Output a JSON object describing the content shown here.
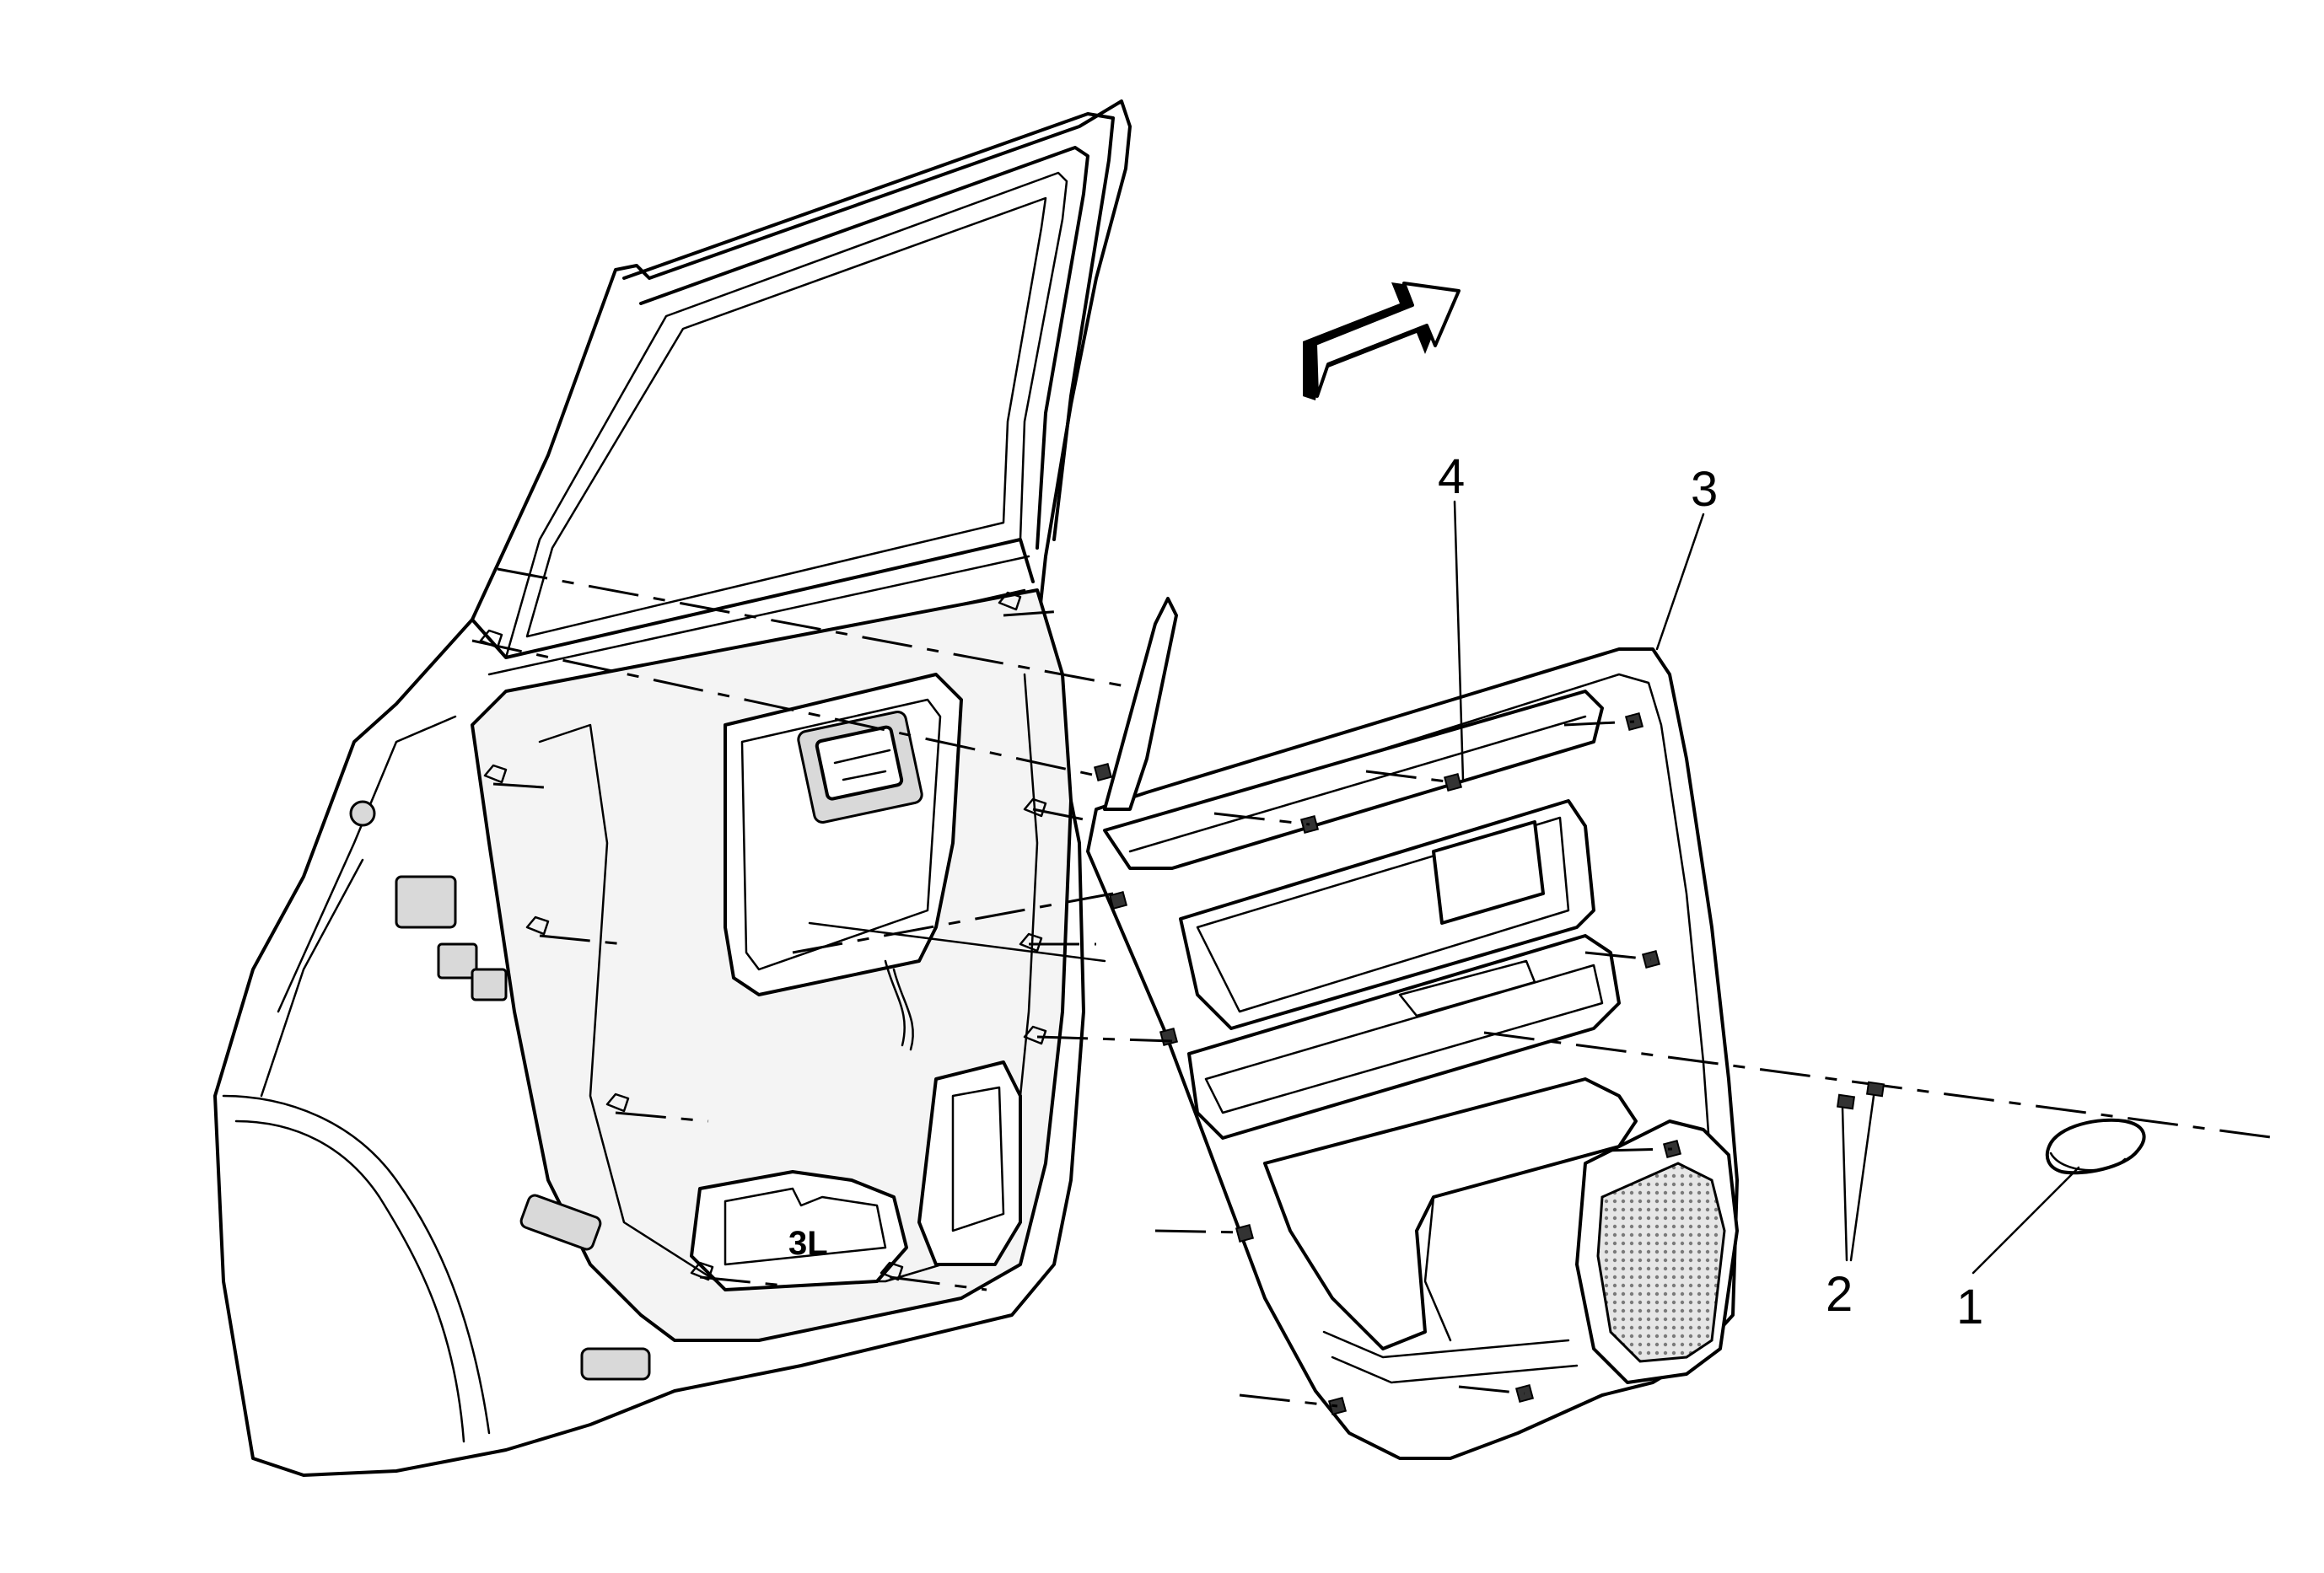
{
  "callouts": [
    {
      "id": "1",
      "label": "1"
    },
    {
      "id": "2",
      "label": "2"
    },
    {
      "id": "3",
      "label": "3"
    },
    {
      "id": "4",
      "label": "4"
    }
  ],
  "panel_stamp": "3L",
  "icons": {
    "direction_arrow": "forward-direction-arrow-icon"
  },
  "colors": {
    "line": "#000000",
    "background": "#ffffff",
    "speaker_grille": "#bdbdbd"
  }
}
